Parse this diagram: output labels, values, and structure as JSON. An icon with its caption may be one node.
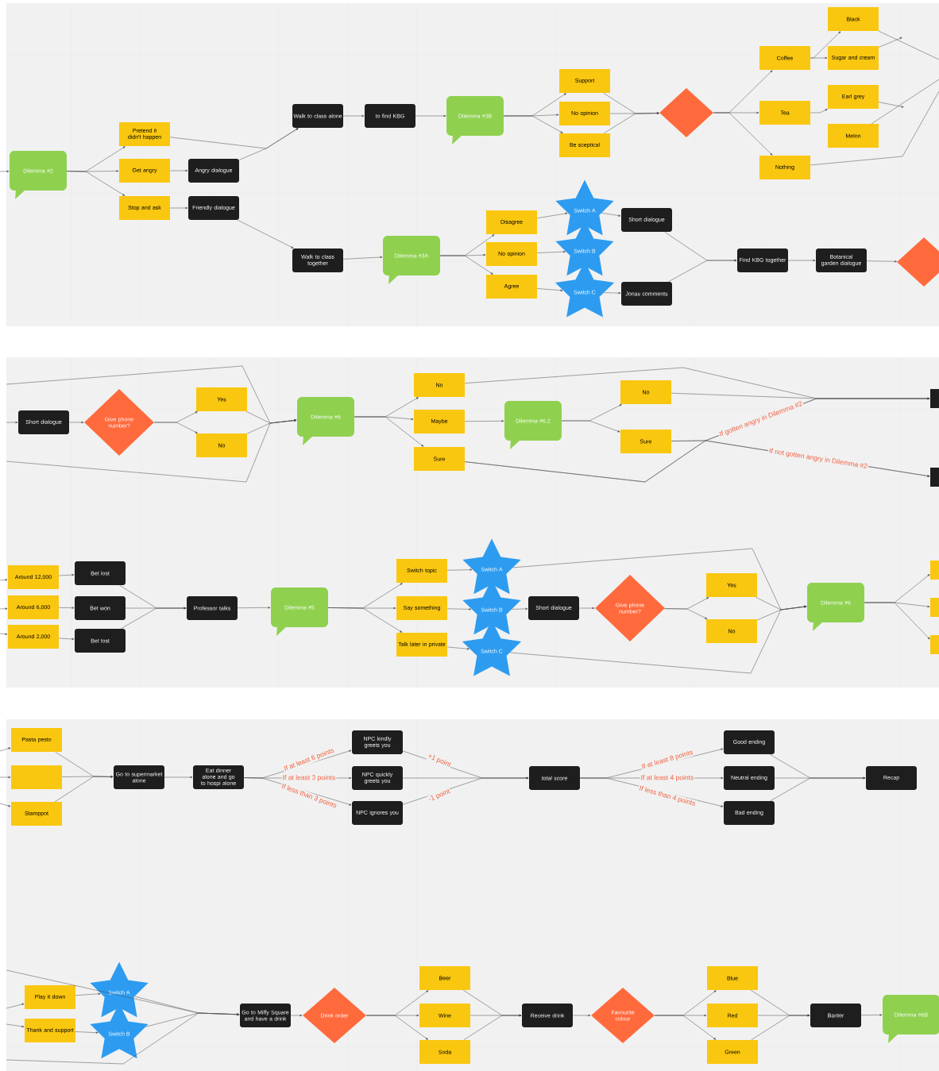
{
  "diagram": {
    "nodes": [
      {
        "text": [
          "Dilemma #2"
        ]
      },
      {
        "text": [
          "Pretend it didn't happen"
        ]
      },
      {
        "text": [
          "Get angry"
        ]
      },
      {
        "text": [
          "Stop and ask"
        ]
      },
      {
        "text": [
          "Angry dialogue"
        ]
      },
      {
        "text": [
          "Friendly dialogue"
        ]
      },
      {
        "text": [
          "Walk to class alone"
        ]
      },
      {
        "text": [
          "to find KBG"
        ]
      },
      {
        "text": [
          "Dilemma #3B"
        ]
      },
      {
        "text": [
          "Support"
        ]
      },
      {
        "text": [
          "No opinion"
        ]
      },
      {
        "text": [
          "Be sceptical"
        ]
      },
      {
        "text": [],
        "shape": "diamond"
      },
      {
        "text": [
          "Coffee"
        ]
      },
      {
        "text": [
          "Tea"
        ]
      },
      {
        "text": [
          "Nothing"
        ]
      },
      {
        "text": [
          "Black"
        ]
      },
      {
        "text": [
          "Sugar and cream"
        ]
      },
      {
        "text": [
          "Earl grey"
        ]
      },
      {
        "text": [
          "Melon"
        ]
      },
      {
        "text": [
          "Walk to class together"
        ]
      },
      {
        "text": [
          "Dilemma #3A"
        ]
      },
      {
        "text": [
          "Disagree"
        ]
      },
      {
        "text": [
          "No opinion"
        ]
      },
      {
        "text": [
          "Agree"
        ]
      },
      {
        "text": [
          "Switch A"
        ]
      },
      {
        "text": [
          "Switch B"
        ]
      },
      {
        "text": [
          "Switch C"
        ]
      },
      {
        "text": [
          "Short dialogue"
        ]
      },
      {
        "text": [
          "Jonas comments"
        ]
      },
      {
        "text": [
          "Find KBG together"
        ]
      },
      {
        "text": [
          "Botanical garden dialogue"
        ]
      },
      {
        "text": [],
        "shape": "diamond"
      },
      {
        "text": [
          "Short dialogue"
        ]
      },
      {
        "text": [
          "Give phone number?"
        ]
      },
      {
        "text": [
          "Yes"
        ]
      },
      {
        "text": [
          "No"
        ]
      },
      {
        "text": [
          "Dilemma #6"
        ]
      },
      {
        "text": [
          "No"
        ]
      },
      {
        "text": [
          "Maybe"
        ]
      },
      {
        "text": [
          "Sure"
        ]
      },
      {
        "text": [
          "Dilemma #6.2"
        ]
      },
      {
        "text": [
          "No"
        ]
      },
      {
        "text": [
          "Sure"
        ]
      },
      {
        "text": [],
        "shape": "box"
      },
      {
        "text": [],
        "shape": "box"
      },
      {
        "text": [
          "Around 12,000"
        ]
      },
      {
        "text": [
          "Around 6,000"
        ]
      },
      {
        "text": [
          "Around 2,000"
        ]
      },
      {
        "text": [
          "Bet lost"
        ]
      },
      {
        "text": [
          "Bet won"
        ]
      },
      {
        "text": [
          "Bet lost"
        ]
      },
      {
        "text": [
          "Professor talks"
        ]
      },
      {
        "text": [
          "Dilemma #5"
        ]
      },
      {
        "text": [
          "Switch topic"
        ]
      },
      {
        "text": [
          "Say something"
        ]
      },
      {
        "text": [
          "Talk later in private"
        ]
      },
      {
        "text": [
          "Switch A"
        ]
      },
      {
        "text": [
          "Switch B"
        ]
      },
      {
        "text": [
          "Switch C"
        ]
      },
      {
        "text": [
          "Short dialogue"
        ]
      },
      {
        "text": [
          "Give phone number?"
        ]
      },
      {
        "text": [
          "Yes"
        ]
      },
      {
        "text": [
          "No"
        ]
      },
      {
        "text": [
          "Dilemma #6"
        ]
      },
      {
        "text": [],
        "shape": "box"
      },
      {
        "text": [],
        "shape": "box"
      },
      {
        "text": [],
        "shape": "box"
      },
      {
        "text": [
          "Pasta pesto"
        ]
      },
      {
        "text": [],
        "shape": "box"
      },
      {
        "text": [
          "Stamppot"
        ]
      },
      {
        "text": [
          "Go to supermarket alone"
        ]
      },
      {
        "text": [
          "Eat dinner alone and go to hospi alone"
        ]
      },
      {
        "text": [
          "NPC kindly greets you"
        ]
      },
      {
        "text": [
          "NPC quickly greets you"
        ]
      },
      {
        "text": [
          "NPC ignores you"
        ]
      },
      {
        "text": [
          "*total score*"
        ]
      },
      {
        "text": [
          "Good ending"
        ]
      },
      {
        "text": [
          "Neutral ending"
        ]
      },
      {
        "text": [
          "Bad ending"
        ]
      },
      {
        "text": [
          "Recap"
        ]
      },
      {
        "text": [
          "Play it down"
        ]
      },
      {
        "text": [
          "Thank and support"
        ]
      },
      {
        "text": [
          "Switch A"
        ]
      },
      {
        "text": [
          "Switch B"
        ]
      },
      {
        "text": [
          "Go to Miffy Square and have a drink"
        ]
      },
      {
        "text": [
          "Drink order"
        ]
      },
      {
        "text": [
          "Beer"
        ]
      },
      {
        "text": [
          "Wine"
        ]
      },
      {
        "text": [
          "Soda"
        ]
      },
      {
        "text": [
          "Receive drink"
        ]
      },
      {
        "text": [
          "Favourite colour"
        ]
      },
      {
        "text": [
          "Blue"
        ]
      },
      {
        "text": [
          "Red"
        ]
      },
      {
        "text": [
          "Green"
        ]
      },
      {
        "text": [
          "Banter"
        ]
      },
      {
        "text": [
          "Dilemma #6B"
        ]
      }
    ],
    "edges": [
      {
        "from": null,
        "to": 0,
        "arrow": "to"
      },
      {
        "from": 0,
        "to": 1,
        "arrow": "to"
      },
      {
        "from": 0,
        "to": 2,
        "arrow": "to"
      },
      {
        "from": 0,
        "to": 3,
        "arrow": "to"
      },
      {
        "from": 1,
        "to": 6,
        "arrow": "to"
      },
      {
        "from": 2,
        "to": 4,
        "arrow": "to"
      },
      {
        "from": 3,
        "to": 5,
        "arrow": "to"
      },
      {
        "from": 4,
        "to": 6,
        "arrow": "to"
      },
      {
        "from": 5,
        "to": 20,
        "arrow": "to"
      },
      {
        "from": 6,
        "to": 7,
        "arrow": "to"
      },
      {
        "from": 7,
        "to": 8,
        "arrow": "to"
      },
      {
        "from": 8,
        "to": 9,
        "arrow": "to"
      },
      {
        "from": 8,
        "to": 10,
        "arrow": "to"
      },
      {
        "from": 8,
        "to": 11,
        "arrow": "to"
      },
      {
        "from": 9,
        "to": 12,
        "arrow": "to"
      },
      {
        "from": 10,
        "to": 12,
        "arrow": "to"
      },
      {
        "from": 11,
        "to": 12,
        "arrow": "to"
      },
      {
        "from": 12,
        "to": 13,
        "arrow": "to"
      },
      {
        "from": 12,
        "to": 14,
        "arrow": "to"
      },
      {
        "from": 12,
        "to": 15,
        "arrow": "to"
      },
      {
        "from": 13,
        "to": 16,
        "arrow": "to"
      },
      {
        "from": 13,
        "to": 17,
        "arrow": "to"
      },
      {
        "from": 14,
        "to": 18,
        "arrow": "to"
      },
      {
        "from": 16,
        "to": null,
        "arrow": "none"
      },
      {
        "from": 17,
        "to": null,
        "arrow": "to"
      },
      {
        "from": 18,
        "to": null,
        "arrow": "to"
      },
      {
        "from": 19,
        "to": null,
        "arrow": "none"
      },
      {
        "from": 15,
        "to": null,
        "arrow": "none"
      },
      {
        "from": 20,
        "to": 21,
        "arrow": "to"
      },
      {
        "from": 21,
        "to": 22,
        "arrow": "to"
      },
      {
        "from": 21,
        "to": 23,
        "arrow": "to"
      },
      {
        "from": 21,
        "to": 24,
        "arrow": "to"
      },
      {
        "from": 22,
        "to": 25,
        "arrow": "to"
      },
      {
        "from": 23,
        "to": 26,
        "arrow": "to"
      },
      {
        "from": 24,
        "to": 27,
        "arrow": "to"
      },
      {
        "from": 25,
        "to": 28,
        "arrow": "to"
      },
      {
        "from": 27,
        "to": 29,
        "arrow": "to"
      },
      {
        "from": 28,
        "to": 30,
        "arrow": "to"
      },
      {
        "from": 29,
        "to": 30,
        "arrow": "to"
      },
      {
        "from": 30,
        "to": 31,
        "arrow": "to"
      },
      {
        "from": 31,
        "to": 32,
        "arrow": "to"
      },
      {
        "from": null,
        "to": 33,
        "arrow": "to"
      },
      {
        "from": 33,
        "to": 34,
        "arrow": "to"
      },
      {
        "from": 34,
        "to": 35,
        "arrow": "to"
      },
      {
        "from": 34,
        "to": 36,
        "arrow": "to"
      },
      {
        "from": 35,
        "to": 37,
        "arrow": "to"
      },
      {
        "from": 36,
        "to": 37,
        "arrow": "to"
      },
      {
        "from": null,
        "to": 37,
        "arrow": "to"
      },
      {
        "from": null,
        "to": 37,
        "arrow": "to"
      },
      {
        "from": 37,
        "to": 38,
        "arrow": "to"
      },
      {
        "from": 37,
        "to": 39,
        "arrow": "to"
      },
      {
        "from": 37,
        "to": 40,
        "arrow": "to"
      },
      {
        "from": 39,
        "to": 41,
        "arrow": "to"
      },
      {
        "from": 41,
        "to": 42,
        "arrow": "to"
      },
      {
        "from": 41,
        "to": 43,
        "arrow": "to"
      },
      {
        "from": 38,
        "to": 44,
        "arrow": "to"
      },
      {
        "from": 42,
        "to": 44,
        "arrow": "to"
      },
      {
        "from": 40,
        "to": 44,
        "arrow": "to"
      },
      {
        "from": 40,
        "to": 45,
        "arrow": "to"
      },
      {
        "from": 43,
        "to": 44,
        "arrow": "to",
        "label": "If gotten angry in Dilemma #2"
      },
      {
        "from": 43,
        "to": 45,
        "arrow": "to",
        "label": "If not gotten angry in Dilemma #2"
      },
      {
        "from": null,
        "to": 46,
        "arrow": "to"
      },
      {
        "from": null,
        "to": 47,
        "arrow": "to"
      },
      {
        "from": null,
        "to": 48,
        "arrow": "to"
      },
      {
        "from": 46,
        "to": 49,
        "arrow": "to"
      },
      {
        "from": 47,
        "to": 50,
        "arrow": "to"
      },
      {
        "from": 48,
        "to": 51,
        "arrow": "to"
      },
      {
        "from": 49,
        "to": 52,
        "arrow": "to"
      },
      {
        "from": 50,
        "to": 52,
        "arrow": "to"
      },
      {
        "from": 51,
        "to": 52,
        "arrow": "to"
      },
      {
        "from": 52,
        "to": 53,
        "arrow": "to"
      },
      {
        "from": 53,
        "to": 54,
        "arrow": "to"
      },
      {
        "from": 53,
        "to": 55,
        "arrow": "to"
      },
      {
        "from": 53,
        "to": 56,
        "arrow": "to"
      },
      {
        "from": 54,
        "to": 57,
        "arrow": "to"
      },
      {
        "from": 55,
        "to": 58,
        "arrow": "to"
      },
      {
        "from": 56,
        "to": 59,
        "arrow": "to"
      },
      {
        "from": 57,
        "to": 64,
        "arrow": "to"
      },
      {
        "from": 58,
        "to": 60,
        "arrow": "to"
      },
      {
        "from": 59,
        "to": 64,
        "arrow": "to"
      },
      {
        "from": 60,
        "to": 61,
        "arrow": "to"
      },
      {
        "from": 61,
        "to": 62,
        "arrow": "to"
      },
      {
        "from": 61,
        "to": 63,
        "arrow": "to"
      },
      {
        "from": 62,
        "to": 64,
        "arrow": "to"
      },
      {
        "from": 63,
        "to": 64,
        "arrow": "to"
      },
      {
        "from": 64,
        "to": 65,
        "arrow": "to"
      },
      {
        "from": 64,
        "to": 66,
        "arrow": "to"
      },
      {
        "from": 64,
        "to": 67,
        "arrow": "to"
      },
      {
        "from": null,
        "to": 68,
        "arrow": "to"
      },
      {
        "from": null,
        "to": 69,
        "arrow": "to"
      },
      {
        "from": null,
        "to": 70,
        "arrow": "to"
      },
      {
        "from": 68,
        "to": 71,
        "arrow": "to"
      },
      {
        "from": 69,
        "to": 71,
        "arrow": "to"
      },
      {
        "from": 70,
        "to": 71,
        "arrow": "to"
      },
      {
        "from": 71,
        "to": 72,
        "arrow": "to"
      },
      {
        "from": 72,
        "to": 73,
        "arrow": "to",
        "label": "If at least 6 points"
      },
      {
        "from": 72,
        "to": 74,
        "arrow": "to",
        "label": "If at least 3 points"
      },
      {
        "from": 72,
        "to": 75,
        "arrow": "to",
        "label": "If less than 3 points"
      },
      {
        "from": 73,
        "to": 76,
        "arrow": "to",
        "label": "+1 point"
      },
      {
        "from": 74,
        "to": 76,
        "arrow": "to"
      },
      {
        "from": 75,
        "to": 76,
        "arrow": "to",
        "label": "-1 point"
      },
      {
        "from": 76,
        "to": 77,
        "arrow": "to",
        "label": "If at least 8 points"
      },
      {
        "from": 76,
        "to": 78,
        "arrow": "to",
        "label": "If at least 4 points"
      },
      {
        "from": 76,
        "to": 79,
        "arrow": "to",
        "label": "If less than 4 points"
      },
      {
        "from": 77,
        "to": 80,
        "arrow": "to"
      },
      {
        "from": 78,
        "to": 80,
        "arrow": "to"
      },
      {
        "from": 79,
        "to": 80,
        "arrow": "to"
      },
      {
        "from": null,
        "to": 81,
        "arrow": "to"
      },
      {
        "from": null,
        "to": 82,
        "arrow": "to"
      },
      {
        "from": 81,
        "to": 83,
        "arrow": "to"
      },
      {
        "from": 82,
        "to": 84,
        "arrow": "to"
      },
      {
        "from": 83,
        "to": 85,
        "arrow": "to"
      },
      {
        "from": 84,
        "to": 85,
        "arrow": "to"
      },
      {
        "from": null,
        "to": 85,
        "arrow": "to"
      },
      {
        "from": null,
        "to": 85,
        "arrow": "to"
      },
      {
        "from": 85,
        "to": 86,
        "arrow": "to"
      },
      {
        "from": 86,
        "to": 87,
        "arrow": "to"
      },
      {
        "from": 86,
        "to": 88,
        "arrow": "to"
      },
      {
        "from": 86,
        "to": 89,
        "arrow": "to"
      },
      {
        "from": 87,
        "to": 90,
        "arrow": "to"
      },
      {
        "from": 88,
        "to": 90,
        "arrow": "to"
      },
      {
        "from": 89,
        "to": 90,
        "arrow": "to"
      },
      {
        "from": 90,
        "to": 91,
        "arrow": "to"
      },
      {
        "from": 91,
        "to": 92,
        "arrow": "to"
      },
      {
        "from": 91,
        "to": 93,
        "arrow": "to"
      },
      {
        "from": 91,
        "to": 94,
        "arrow": "to"
      },
      {
        "from": 92,
        "to": 95,
        "arrow": "to"
      },
      {
        "from": 93,
        "to": 95,
        "arrow": "to"
      },
      {
        "from": 94,
        "to": 95,
        "arrow": "to"
      },
      {
        "from": 95,
        "to": 96,
        "arrow": "to"
      }
    ]
  }
}
